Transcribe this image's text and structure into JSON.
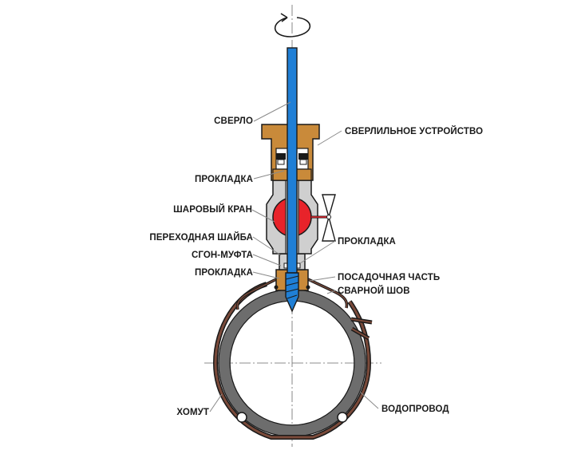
{
  "diagram": {
    "labels": {
      "drill": "СВЕРЛО",
      "drilling_device": "СВЕРЛИЛЬНОЕ УСТРОЙСТВО",
      "gasket_top": "ПРОКЛАДКА",
      "ball_valve": "ШАРОВЫЙ КРАН",
      "adapter_washer": "ПЕРЕХОДНАЯ ШАЙБА",
      "drive_coupling": "СГОН-МУФТА",
      "gasket_right": "ПРОКЛАДКА",
      "gasket_bottom": "ПРОКЛАДКА",
      "landing_part": "ПОСАДОЧНАЯ ЧАСТЬ",
      "weld_seam": "СВАРНОЙ ШОВ",
      "clamp": "ХОМУТ",
      "water_pipe": "ВОДОПРОВОД"
    },
    "colors": {
      "drill": "#1f7fd6",
      "housing": "#c98a3a",
      "valve_ball": "#e8232a",
      "valve_body": "#cfcfcf",
      "pipe": "#6d6d6d",
      "clamp": "#7a4a3a",
      "outline": "#1a1a1a"
    }
  }
}
